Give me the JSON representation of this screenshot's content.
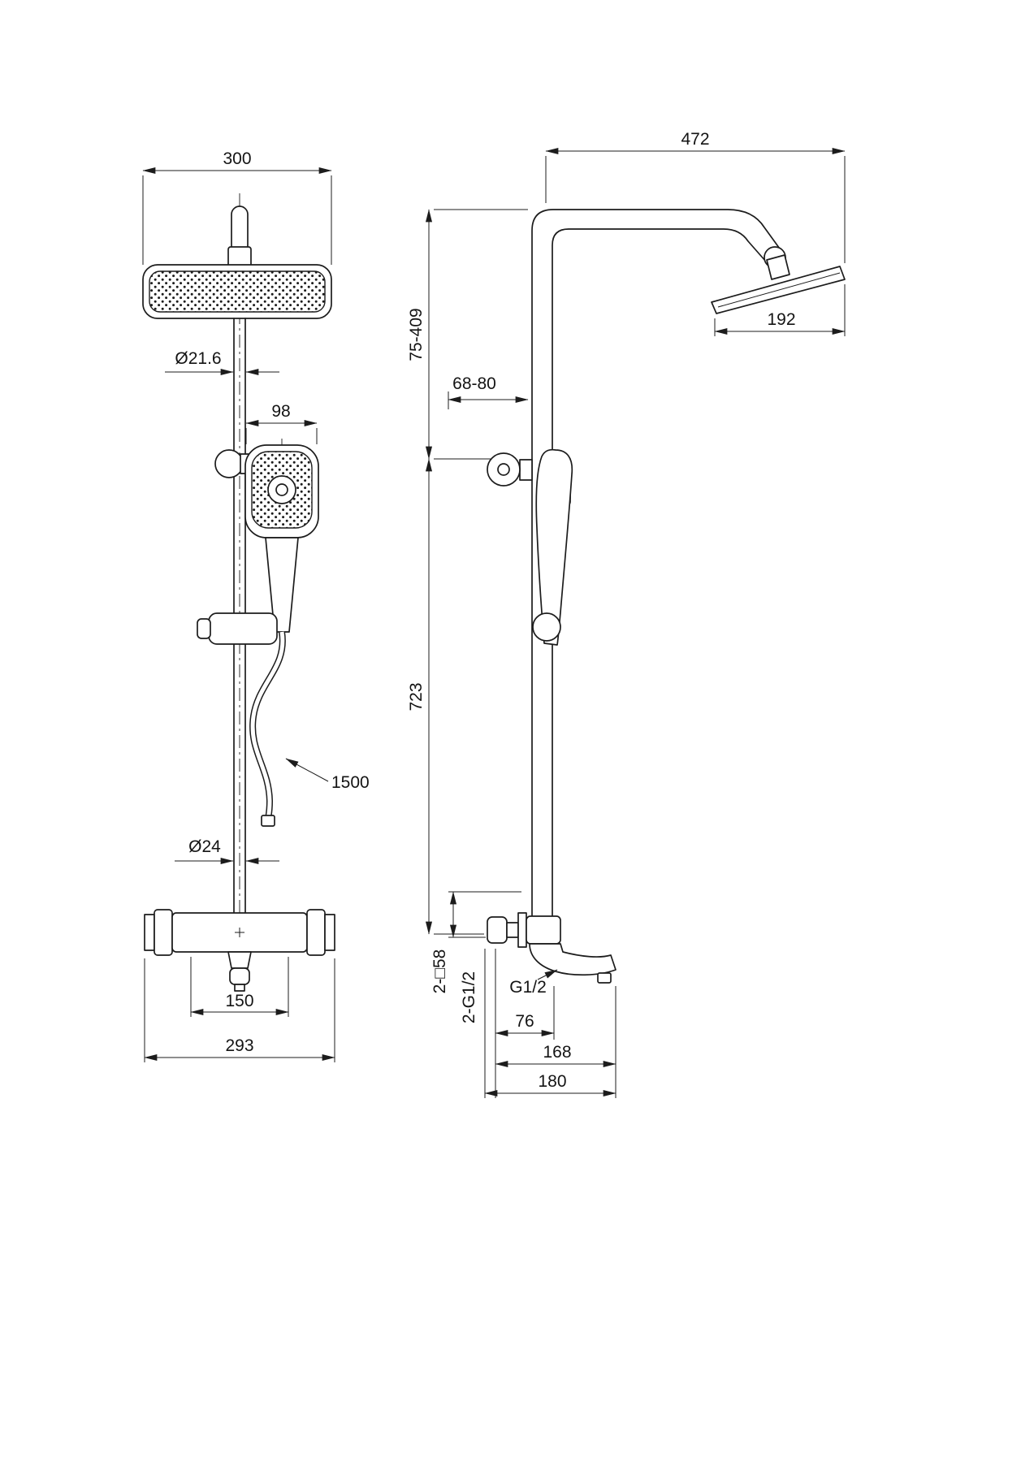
{
  "front": {
    "head_width": "300",
    "pipe_diameter": "Ø21.6",
    "handshower_width": "98",
    "hose_length": "1500",
    "lower_pipe_diameter": "Ø24",
    "inlet_spacing": "150",
    "valve_width": "293"
  },
  "side": {
    "top_reach": "472",
    "head_height_range": "75-409",
    "bracket_offset_range": "68-80",
    "head_depth": "192",
    "column_height": "723",
    "flange_square": "2-□58",
    "inlet_thread": "2-G1/2",
    "outlet_thread": "G1/2",
    "spout_offset": "76",
    "spout_reach": "168",
    "overall_depth": "180"
  }
}
